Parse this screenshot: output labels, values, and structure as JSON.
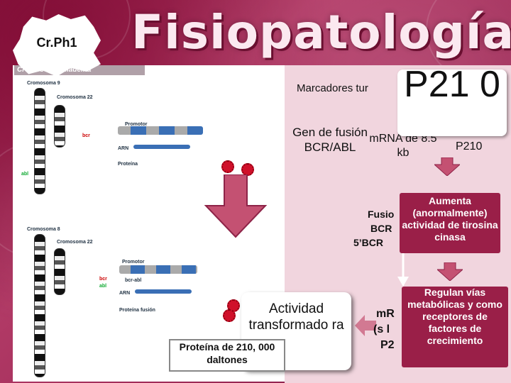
{
  "slide": {
    "title": "Fisiopatología",
    "badge": "Cr.Ph1",
    "figure_caption": "Cromosoma Filadelfia",
    "figure_labels": {
      "chr9": "Cromosoma 9",
      "chr22_top": "Cromosoma 22",
      "promotor_top": "Promotor",
      "bcr_top": "bcr",
      "arn_top": "ARN",
      "proteina_top": "Proteína",
      "abl_top": "abl",
      "chr8": "Cromosoma 8",
      "chr22_bottom": "Cromosoma 22",
      "promotor_bottom": "Promotor",
      "bcr_abl": "bcr-abl",
      "bcr_bottom": "bcr",
      "abl_bottom": "abl",
      "arn_bottom": "ARN",
      "proteina_fusion": "Proteína fusión"
    },
    "marcadores": "Marcadores tur",
    "p210_big": "P21 0",
    "gen_fusion": "Gen de fusión BCR/ABL",
    "mrna": "mRNA de 8.5 kb",
    "p210_small": "P210",
    "aumenta": "Aumenta (anormalmente) actividad de tirosina cinasa",
    "fusion_partial": [
      "Fusio",
      "BCR",
      "5’BCR"
    ],
    "regulan": "Regulan vías metabólicas y como receptores de factores de crecimiento",
    "mr_partial": [
      "mR",
      "(s l",
      "P2"
    ],
    "actividad": "Actividad transformado ra",
    "proteina": "Proteína de 210, 000 daltones",
    "colors": {
      "accent": "#9a1f48",
      "background": "#a02b58",
      "panel": "#f1d5de"
    }
  }
}
